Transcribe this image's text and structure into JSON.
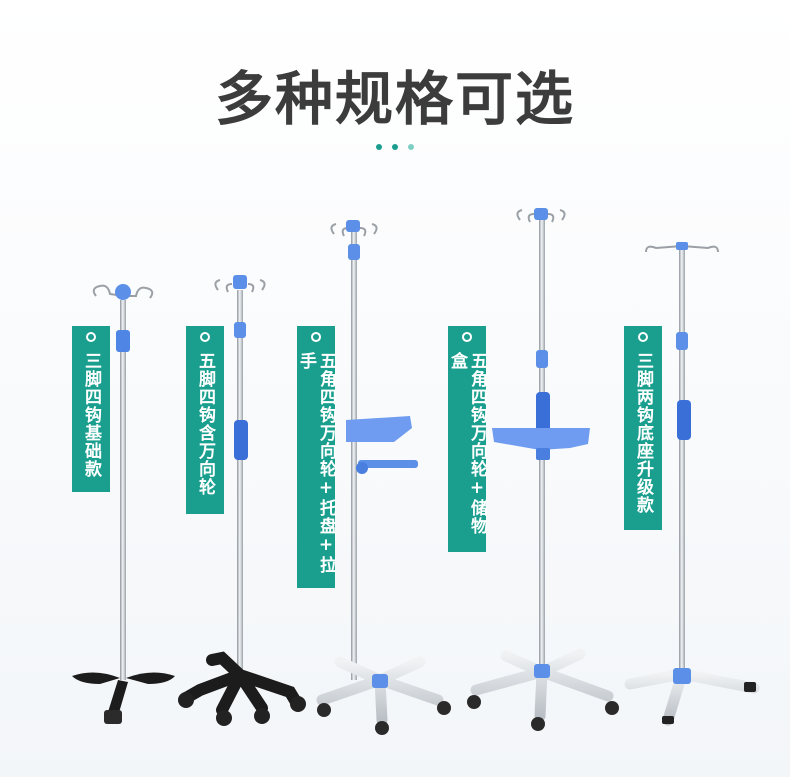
{
  "title": "多种规格可选",
  "dot_colors": [
    "#1a9f8f",
    "#1a9f8f",
    "#7ecfc4"
  ],
  "colors": {
    "label_bg": "#1a9f8f",
    "pole": "#c9ced3",
    "accent_blue": "#5b8fe8",
    "base_black": "#1c1c1c",
    "base_silver": "#d9dde2"
  },
  "products": [
    {
      "label": "三脚四钩基础款"
    },
    {
      "label": "五脚四钩含万向轮"
    },
    {
      "label": "五角四钩万向轮+托盘+拉手"
    },
    {
      "label": "五角四钩万向轮+储物盒"
    },
    {
      "label": "三脚两钩底座升级款"
    }
  ]
}
